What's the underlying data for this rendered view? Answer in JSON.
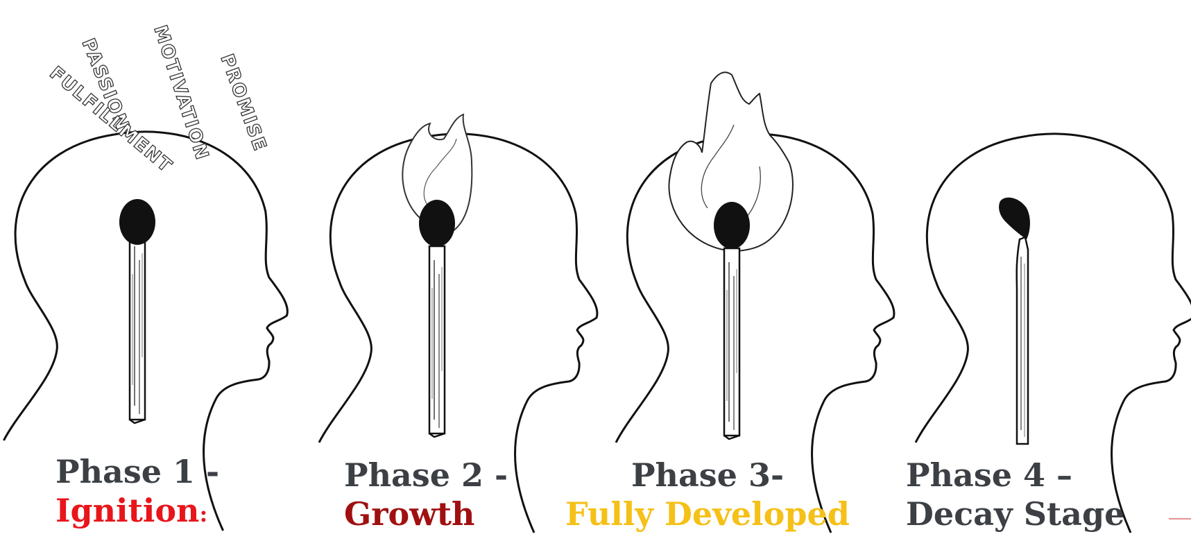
{
  "thought_words": [
    "PASSION",
    "MOTIVATION",
    "PROMISE",
    "FULFILLMENT"
  ],
  "phases": [
    {
      "label": "Phase 1 -",
      "stage": "Ignition",
      "stage_suffix": ":",
      "stage_color": "#e8151b"
    },
    {
      "label": "Phase 2 -",
      "stage": "Growth",
      "stage_color": "#a01010"
    },
    {
      "label": "Phase 3-",
      "stage": "Fully Developed",
      "stage_color": "#f5c017"
    },
    {
      "label": "Phase 4 –",
      "stage": "Decay Stage",
      "stage_color": "#3c4045"
    }
  ],
  "colors": {
    "outline": "#111111",
    "match_head": "#111111",
    "text_gray": "#3c4045"
  }
}
